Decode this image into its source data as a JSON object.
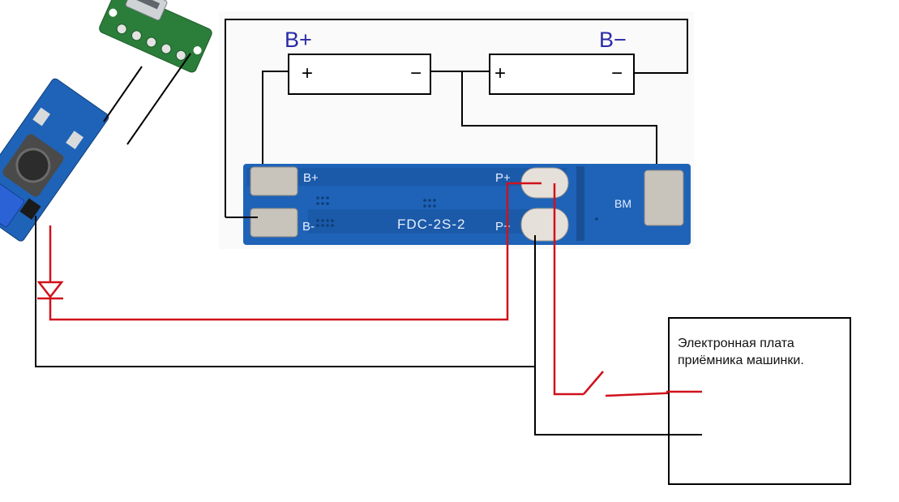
{
  "colors": {
    "pcb_blue": "#1e63b8",
    "pcb_green": "#2b7d3a",
    "wire_black": "#000000",
    "wire_red": "#d0111b",
    "terminal_label_blue": "#2a2aa8",
    "pad_metal": "#c8c3bb"
  },
  "battery_left": {
    "label": "B+",
    "plus": "+",
    "minus": "−"
  },
  "battery_right": {
    "label": "B−",
    "plus": "+",
    "minus": "−"
  },
  "bms_board": {
    "model": "FDC-2S-2",
    "pad_b_plus": "B+",
    "pad_b_minus": "B-",
    "pad_p_plus": "P+",
    "pad_p_minus": "P−",
    "pad_bm": "BM"
  },
  "receiver_box": {
    "line1": "Электронная плата",
    "line2": "приёмника машинки."
  },
  "icons": [
    "usb-module-icon",
    "boost-converter-icon",
    "diode-icon",
    "switch-icon"
  ]
}
